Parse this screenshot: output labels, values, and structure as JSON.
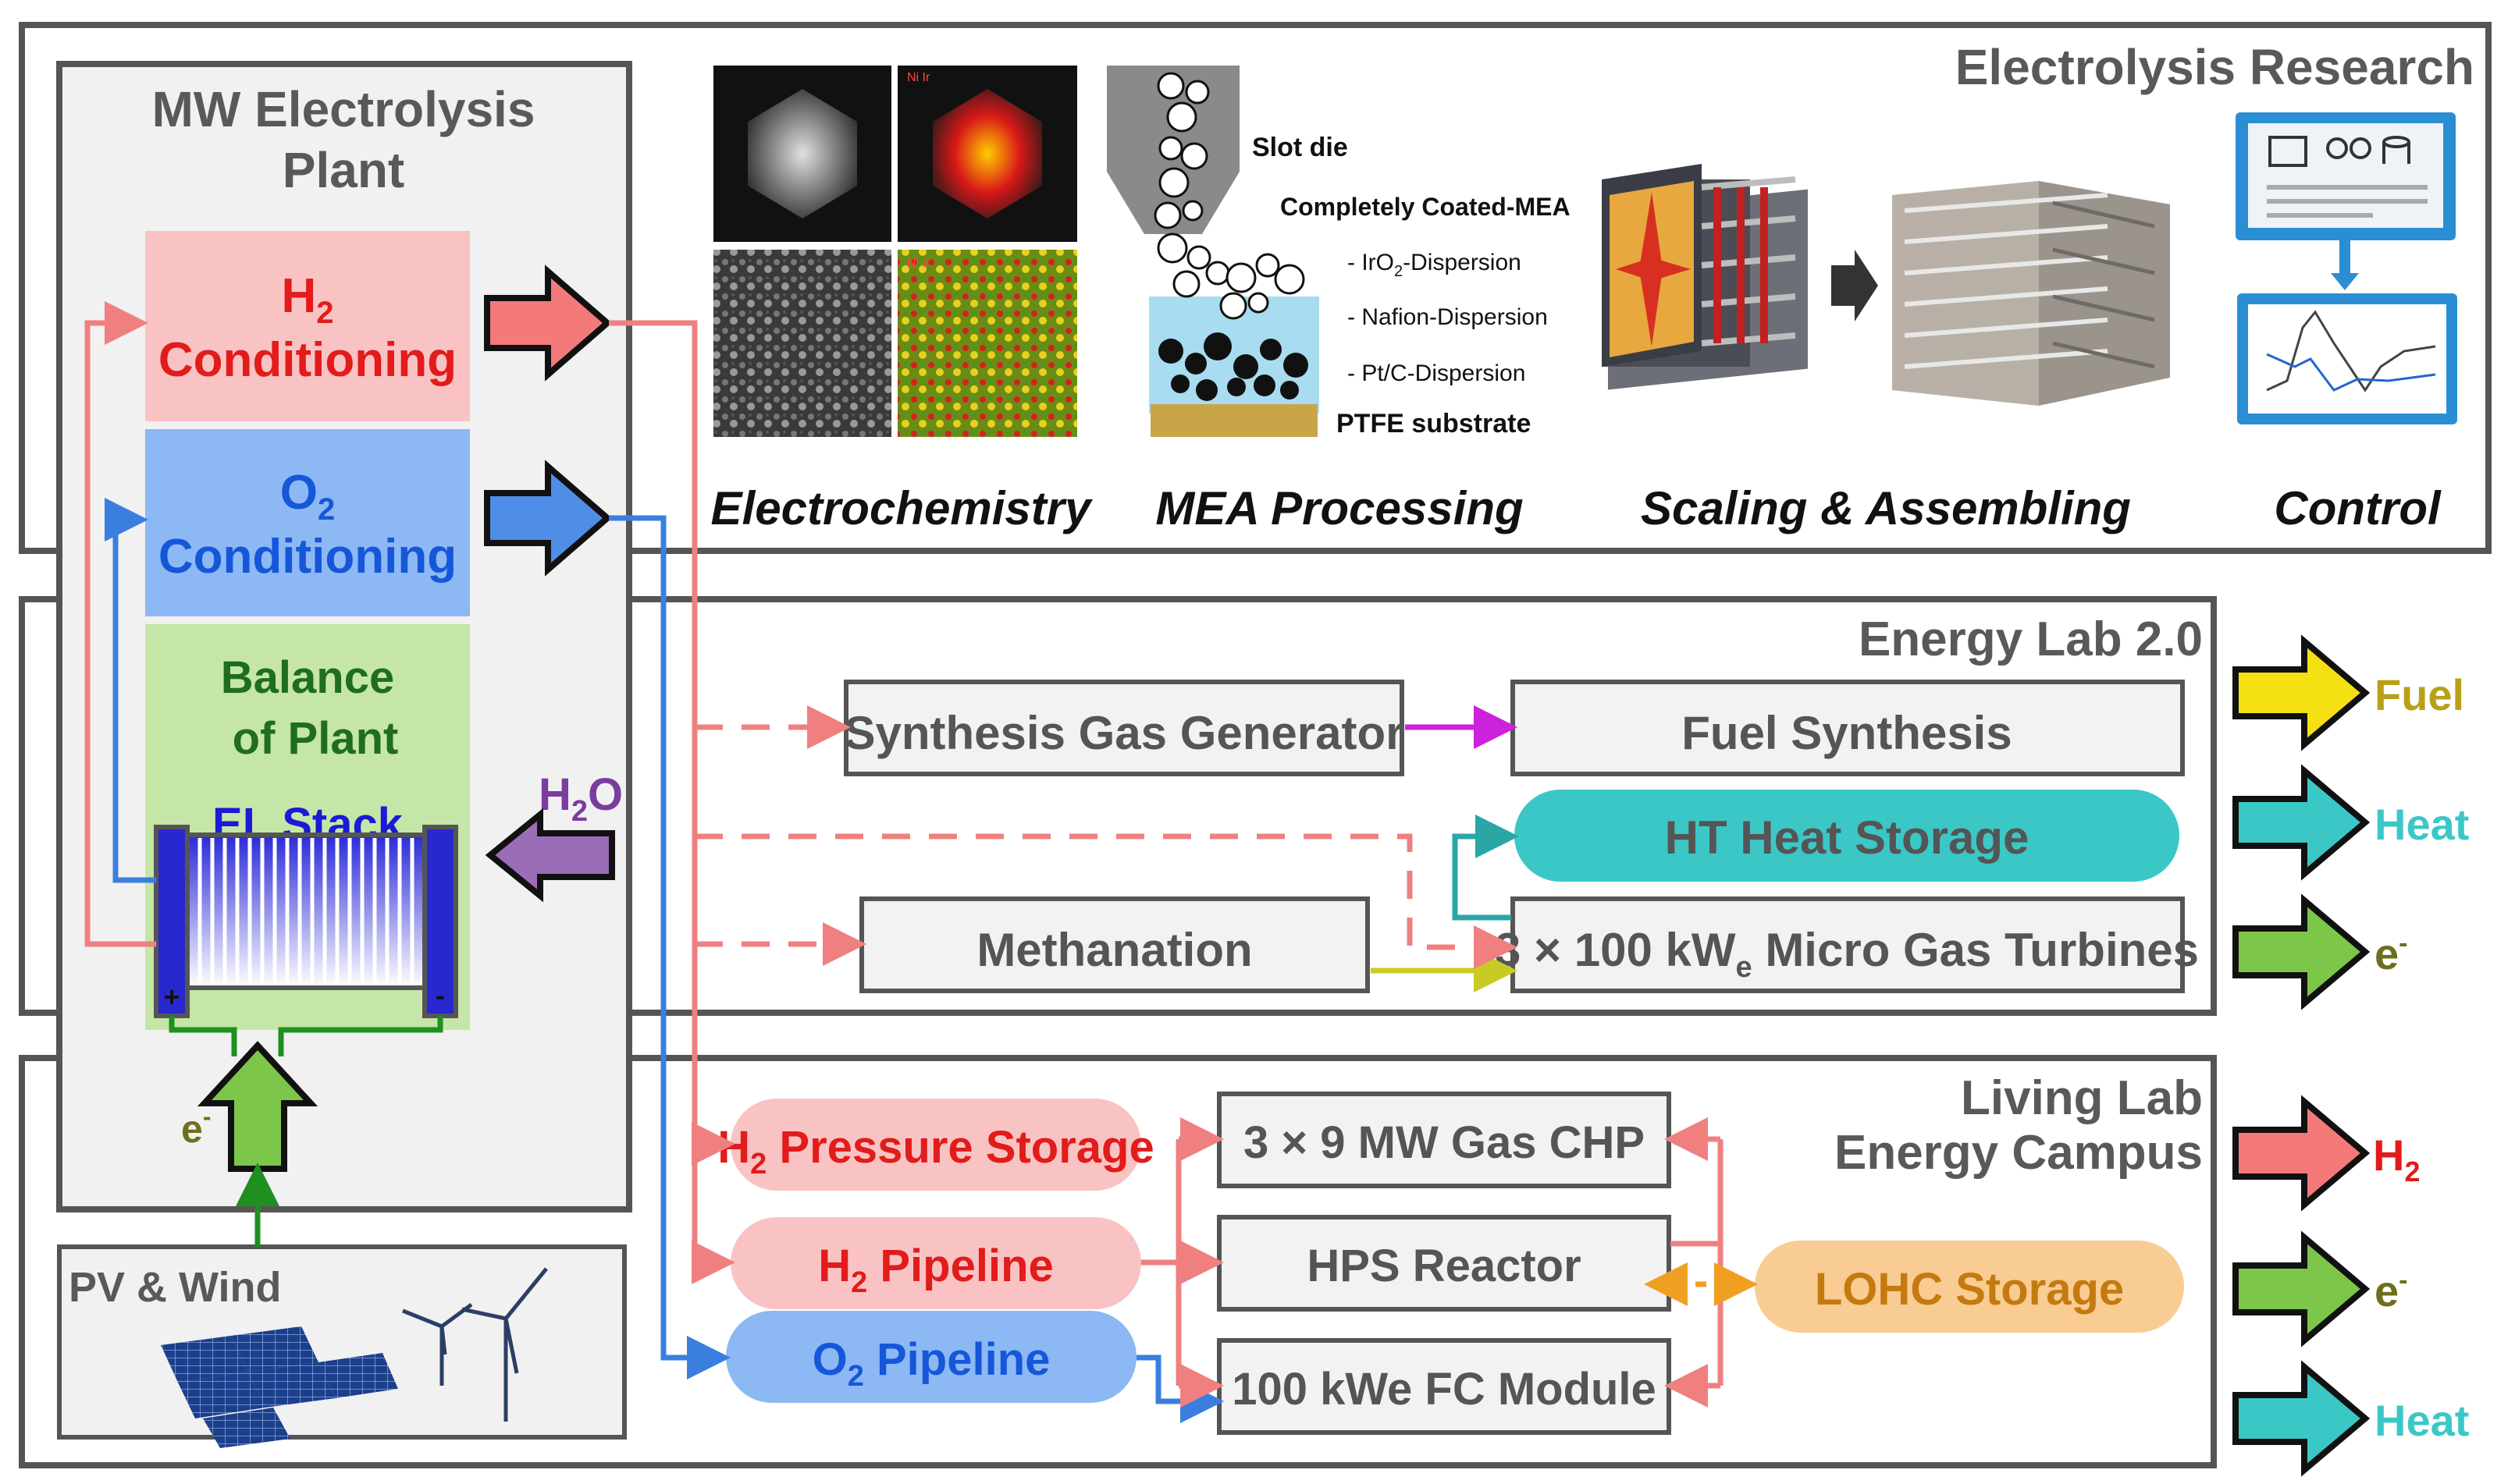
{
  "research": {
    "title": "Electrolysis Research",
    "stages": [
      "Electrochemistry",
      "MEA Processing",
      "Scaling & Assembling",
      "Control"
    ],
    "micrograph_labels": [
      "Ni Ir",
      "Ni Ir"
    ],
    "mea_labels": {
      "slot_die": "Slot die",
      "coated": "Completely Coated-MEA",
      "iro2_a": "- IrO",
      "iro2_sub": "2",
      "iro2_b": "-Dispersion",
      "nafion": "- Nafion-Dispersion",
      "ptc": "- Pt/C-Dispersion",
      "ptfe": "PTFE substrate"
    }
  },
  "plant": {
    "title_line1": "MW Electrolysis",
    "title_line2": "Plant",
    "h2_cond": {
      "chem": "H",
      "sub": "2",
      "label": "Conditioning"
    },
    "o2_cond": {
      "chem": "O",
      "sub": "2",
      "label": "Conditioning"
    },
    "bop_line1": "Balance",
    "bop_line2": "of Plant",
    "stack": "EL Stack",
    "plus": "+",
    "minus": "-",
    "water": {
      "chem": "H",
      "sub": "2",
      "tail": "O"
    },
    "electron": {
      "base": "e",
      "sup": "-"
    }
  },
  "source": {
    "label": "PV & Wind"
  },
  "energy_lab": {
    "title": "Energy Lab 2.0",
    "synthesis_gas": "Synthesis Gas Generator",
    "fuel_synthesis": "Fuel Synthesis",
    "ht_storage": "HT Heat Storage",
    "methanation": "Methanation",
    "turbines": {
      "a": "3 × 100 kW",
      "sub": "e",
      "b": " Micro Gas Turbines"
    }
  },
  "campus": {
    "title_line1": "Living Lab",
    "title_line2": "Energy Campus",
    "h2_storage": {
      "chem": "H",
      "sub": "2",
      "label": " Pressure Storage"
    },
    "h2_pipeline": {
      "chem": "H",
      "sub": "2",
      "label": " Pipeline"
    },
    "o2_pipeline": {
      "chem": "O",
      "sub": "2",
      "label": " Pipeline"
    },
    "gas_chp": "3 × 9 MW Gas CHP",
    "hps": "HPS Reactor",
    "fc_module": "100 kWe FC Module",
    "lohc": "LOHC Storage"
  },
  "outputs": {
    "fuel": "Fuel",
    "heat": "Heat",
    "e_base": "e",
    "e_sup": "-",
    "h2_chem": "H",
    "h2_sub": "2"
  },
  "colors": {
    "h2": "#f08080",
    "h2_fill": "#f9c3c3",
    "o2": "#3a7fe0",
    "o2_fill": "#8cb8f4",
    "bop_fill": "#c5e6a6",
    "green": "#7cc64a",
    "yellow": "#f5e014",
    "teal": "#3cc7c7",
    "purple": "#9a6db6",
    "magenta": "#cc22dd",
    "olive": "#c8cc22",
    "lohc": "#f8cc92",
    "frame": "#555555",
    "box_fill": "#f2f2f2"
  }
}
